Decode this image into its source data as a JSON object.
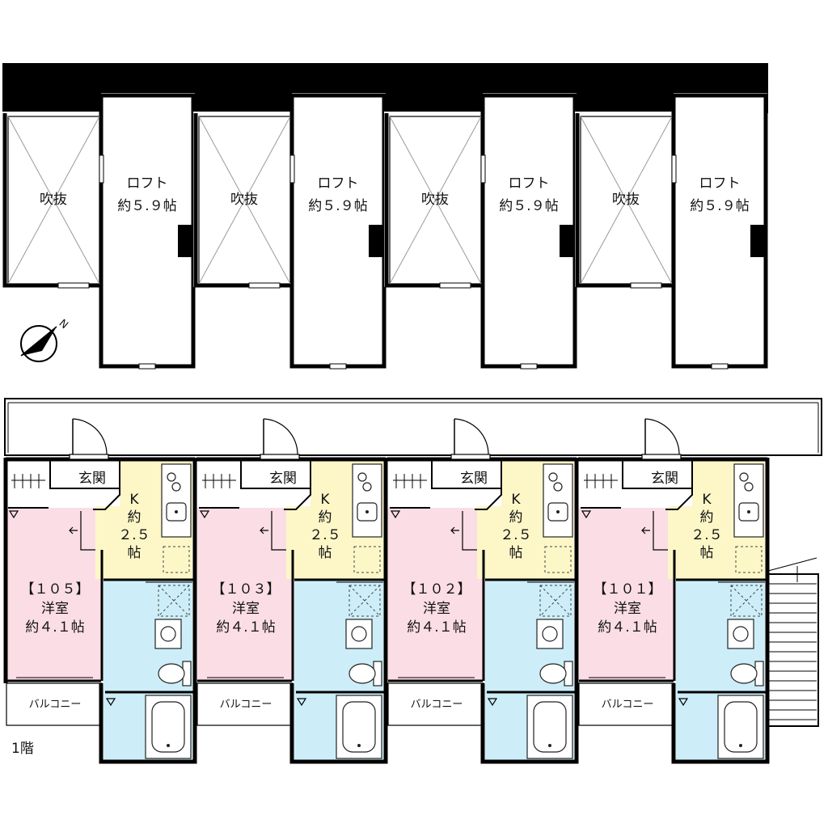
{
  "floor_label": "1階",
  "compass_letter": "N",
  "loft_units": [
    {
      "void_label": "吹抜",
      "loft_label": "ロフト",
      "loft_area": "約５.９帖"
    },
    {
      "void_label": "吹抜",
      "loft_label": "ロフト",
      "loft_area": "約５.９帖"
    },
    {
      "void_label": "吹抜",
      "loft_label": "ロフト",
      "loft_area": "約５.９帖"
    },
    {
      "void_label": "吹抜",
      "loft_label": "ロフト",
      "loft_area": "約５.９帖"
    }
  ],
  "units": [
    {
      "number": "【１０５】",
      "room_type": "洋室",
      "room_area": "約４.１帖",
      "entrance": "玄関",
      "kitchen": [
        "K",
        "約",
        "２.５",
        "帖"
      ],
      "balcony": "バルコニー"
    },
    {
      "number": "【１０３】",
      "room_type": "洋室",
      "room_area": "約４.１帖",
      "entrance": "玄関",
      "kitchen": [
        "K",
        "約",
        "２.５",
        "帖"
      ],
      "balcony": "バルコニー"
    },
    {
      "number": "【１０２】",
      "room_type": "洋室",
      "room_area": "約４.１帖",
      "entrance": "玄関",
      "kitchen": [
        "K",
        "約",
        "２.５",
        "帖"
      ],
      "balcony": "バルコニー"
    },
    {
      "number": "【１０１】",
      "room_type": "洋室",
      "room_area": "約４.１帖",
      "entrance": "玄関",
      "kitchen": [
        "K",
        "約",
        "２.５",
        "帖"
      ],
      "balcony": "バルコニー"
    }
  ],
  "colors": {
    "western_room": "#fbdde6",
    "kitchen": "#fdf7c8",
    "wet_area": "#cdeef8"
  }
}
